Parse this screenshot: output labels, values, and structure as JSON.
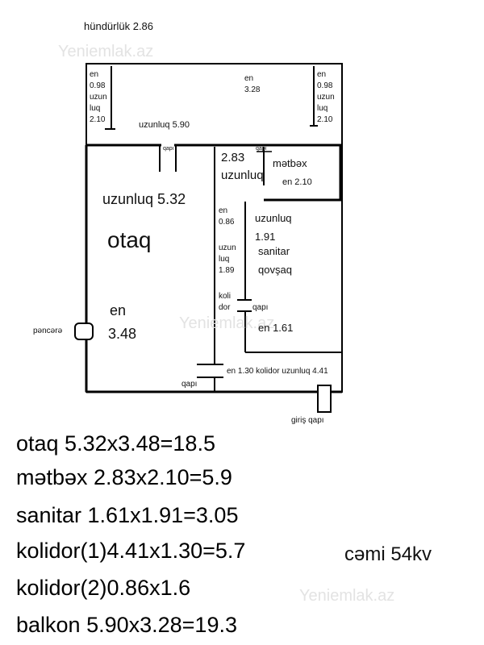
{
  "watermark": "Yeniemlak.az",
  "height_label": "hündürlük 2.86",
  "balcony": {
    "left_col": [
      "en",
      "0.98",
      "uzun",
      "luq",
      "2.10"
    ],
    "right_col": [
      "en",
      "0.98",
      "uzun",
      "luq",
      "2.10"
    ],
    "center_width": [
      "en",
      "3.28"
    ],
    "length": "uzunluq 5.90"
  },
  "door_small": "qapı",
  "door": "qapı",
  "kitchen": {
    "dim_num": "2.83",
    "dim_word": "uzunluq",
    "name": "mətbəx",
    "width": "en 2.10"
  },
  "room": {
    "length": "uzunluq 5.32",
    "name": "otaq",
    "width_word": "en",
    "width_value": "3.48"
  },
  "corridor2": {
    "width": [
      "en",
      "0.86"
    ],
    "length": [
      "uzun",
      "luq",
      "1.89"
    ],
    "name": [
      "koli",
      "dor"
    ]
  },
  "bathroom": {
    "dim_word": "uzunluq",
    "dim_num": "1.91",
    "name1": "sanitar",
    "name2": "qovşaq",
    "width": "en 1.61"
  },
  "corridor1": "en 1.30 kolidor uzunluq 4.41",
  "window": "pəncərə",
  "entrance": "giriş qapı",
  "summary": [
    "otaq 5.32x3.48=18.5",
    "mətbəx 2.83x2.10=5.9",
    "sanitar 1.61x1.91=3.05",
    "kolidor(1)4.41x1.30=5.7",
    "kolidor(2)0.86x1.6",
    "balkon 5.90x3.28=19.3"
  ],
  "total": "cəmi 54kv"
}
